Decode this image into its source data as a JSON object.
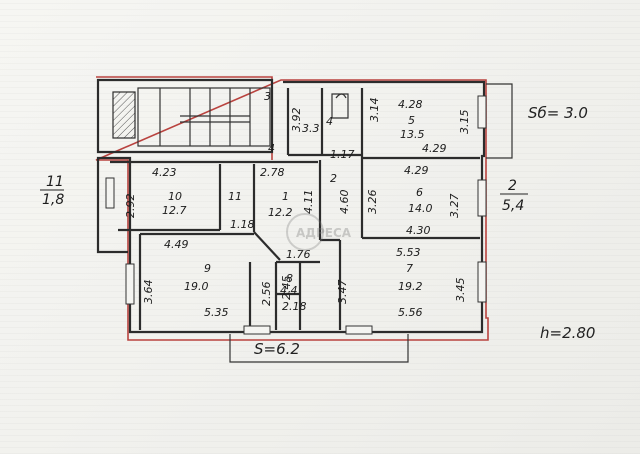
{
  "labels": {
    "corner_num": "3",
    "r_left_num": "11",
    "r_left_area": "1,8",
    "balcony_right": "Sб= 3.0",
    "r_right_num": "2",
    "r_right_area": "5,4",
    "area_total": "S=6.2",
    "height": "h=2.80",
    "watermark": "АДРЕСА"
  },
  "rooms": {
    "r3_w": "3.92",
    "r3_h": "3.3",
    "r4_num": "4",
    "r_top_mid": "3.14",
    "r5_top": "4.28",
    "r5_num": "5",
    "r5_area": "13.5",
    "r5_bot": "4.29",
    "r5_side": "3.15",
    "corr_117": "1.17",
    "r10_top": "4.23",
    "r10_side": "2.92",
    "r10_num": "10",
    "r10_area": "12.7",
    "r11_num": "11",
    "r11_dim": "1.18",
    "r1_top": "2.78",
    "r1_num": "1",
    "r1_area": "12.2",
    "r1_side": "4.11",
    "r1_bot": "1.76",
    "r2_num": "2",
    "r2_side": "4.60",
    "r6_top": "4.29",
    "r6_side_l": "3.26",
    "r6_num": "6",
    "r6_area": "14.0",
    "r6_side_r": "3.27",
    "r6_bot": "4.30",
    "r9_top": "4.49",
    "r9_side": "3.64",
    "r9_num": "9",
    "r9_area": "19.0",
    "r9_bot": "5.35",
    "corr_256": "2.56",
    "r8_num": "8",
    "r8_area": "4.4",
    "r8_side": "2.45",
    "r8_bot": "2.18",
    "r7_top": "5.53",
    "r7_side_l": "3.47",
    "r7_num": "7",
    "r7_area": "19.2",
    "r7_side_r": "3.45",
    "r7_bot": "5.56",
    "r4_side": "4"
  }
}
